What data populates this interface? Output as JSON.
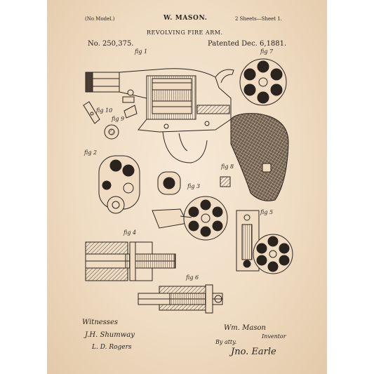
{
  "header": {
    "model_note": "(No Model.)",
    "inventor": "W. MASON.",
    "sheets": "2 Sheets—Sheet 1.",
    "title": "REVOLVING FIRE ARM.",
    "patent_no": "No. 250,375.",
    "patented": "Patented Dec. 6,1881."
  },
  "figures": {
    "fig1": "fig 1",
    "fig7": "fig 7",
    "fig10": "fig 10",
    "fig9": "fig 9",
    "fig2": "fig 2",
    "fig8": "fig 8",
    "fig3": "fig 3",
    "fig5": "fig 5",
    "fig4": "fig 4",
    "fig6": "fig 6"
  },
  "footer": {
    "witnesses_label": "Witnesses",
    "witness1": "J.H. Shumway",
    "witness2": "L. D. Rogers",
    "inventor_signature": "Wm. Mason",
    "inventor_role": "Inventor",
    "by_atty": "By atty.",
    "attorney_signature": "Jno. Earle"
  },
  "colors": {
    "paper": "#efdcc3",
    "ink": "#2b241e"
  }
}
